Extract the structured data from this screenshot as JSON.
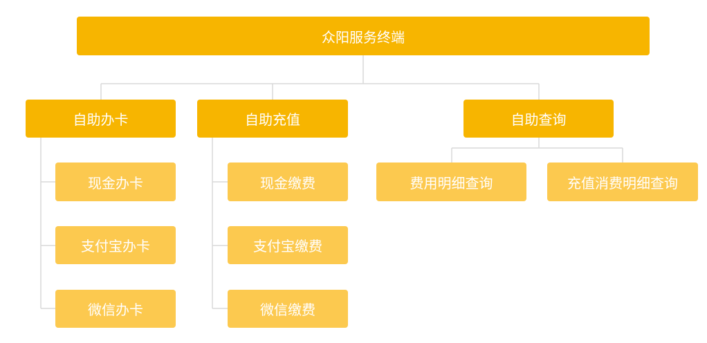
{
  "colors": {
    "primary_node": "#f7b500",
    "secondary_node": "#fcc94f",
    "connector": "#d9d9d9",
    "text": "#ffffff"
  },
  "root": {
    "label": "众阳服务终端"
  },
  "branches": [
    {
      "label": "自助办卡",
      "children": [
        {
          "label": "现金办卡"
        },
        {
          "label": "支付宝办卡"
        },
        {
          "label": "微信办卡"
        }
      ]
    },
    {
      "label": "自助充值",
      "children": [
        {
          "label": "现金缴费"
        },
        {
          "label": "支付宝缴费"
        },
        {
          "label": "微信缴费"
        }
      ]
    },
    {
      "label": "自助查询",
      "children": [
        {
          "label": "费用明细查询"
        },
        {
          "label": "充值消费明细查询"
        }
      ]
    }
  ]
}
